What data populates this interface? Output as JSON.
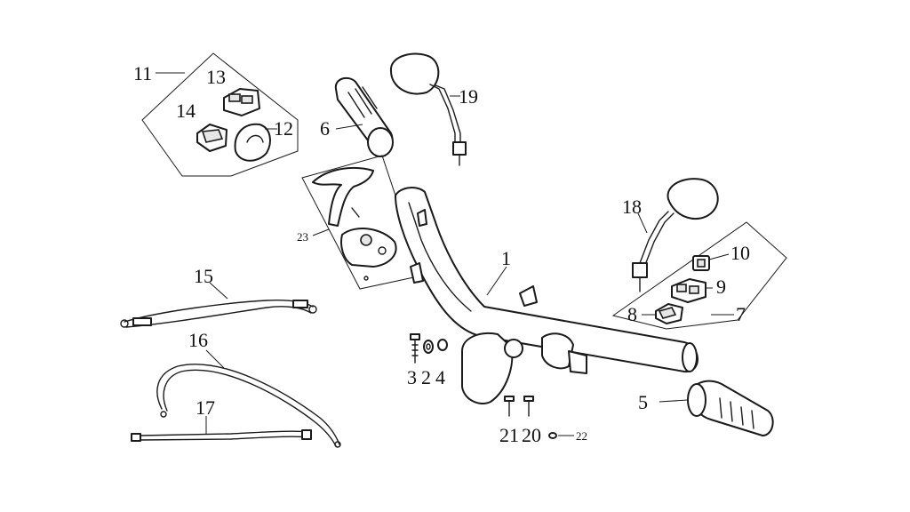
{
  "callouts": {
    "c1": "1",
    "c2": "2",
    "c3": "3",
    "c4": "4",
    "c5": "5",
    "c6": "6",
    "c7": "7",
    "c8": "8",
    "c9": "9",
    "c10": "10",
    "c11": "11",
    "c12": "12",
    "c13": "13",
    "c14": "14",
    "c15": "15",
    "c16": "16",
    "c17": "17",
    "c18": "18",
    "c19": "19",
    "c20": "20",
    "c21": "21",
    "c22": "22",
    "c23": "23"
  },
  "colors": {
    "line": "#1a1a1a",
    "background": "#ffffff",
    "shade": "#e6e6e6"
  }
}
